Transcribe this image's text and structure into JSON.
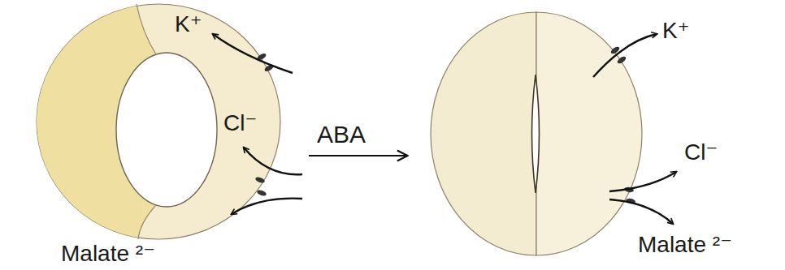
{
  "diagram": {
    "labels": [
      "K⁺",
      "Cl⁻",
      "Malate ²⁻",
      "ABA",
      "K⁺",
      "Cl⁻",
      "Malate ²⁻"
    ]
  }
}
